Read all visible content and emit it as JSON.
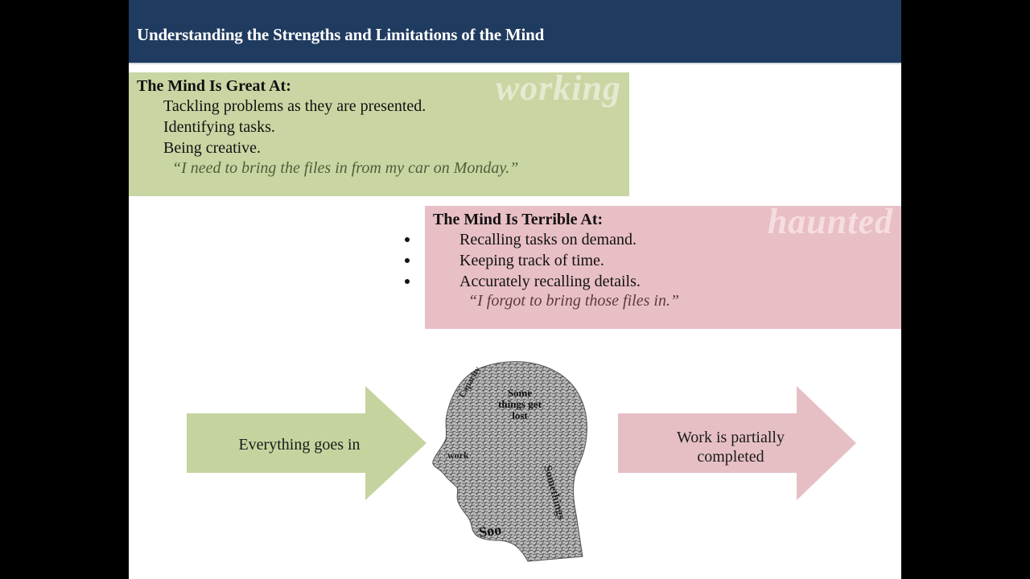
{
  "slide": {
    "title": "Understanding the Strengths and Limitations of the Mind",
    "colors": {
      "header": "#1f3b5f",
      "green_box": "#c9d6a3",
      "pink_box": "#e8bfc5",
      "green_arrow": "#c5d49f",
      "pink_arrow": "#e6bfc4"
    },
    "great_box": {
      "heading": "The Mind Is Great At:",
      "watermark": "working",
      "items": [
        "Tackling problems as they are presented.",
        "Identifying tasks.",
        "Being creative."
      ],
      "quote": "“I need to bring the files in from my car on Monday.”"
    },
    "terrible_box": {
      "heading": "The Mind Is Terrible At:",
      "watermark": "haunted",
      "items": [
        "Recalling tasks on demand.",
        "Keeping track of time.",
        "Accurately recalling details."
      ],
      "quote": "“I forgot to bring those files in.”"
    },
    "diagram": {
      "input_arrow": {
        "label": "Everything goes in"
      },
      "head_image": {
        "caption_lines": [
          "Some",
          "things get",
          "lost"
        ],
        "icon": "word-cloud-head-icon"
      },
      "output_arrow": {
        "label_lines": [
          "Work is partially",
          "completed"
        ]
      }
    }
  }
}
